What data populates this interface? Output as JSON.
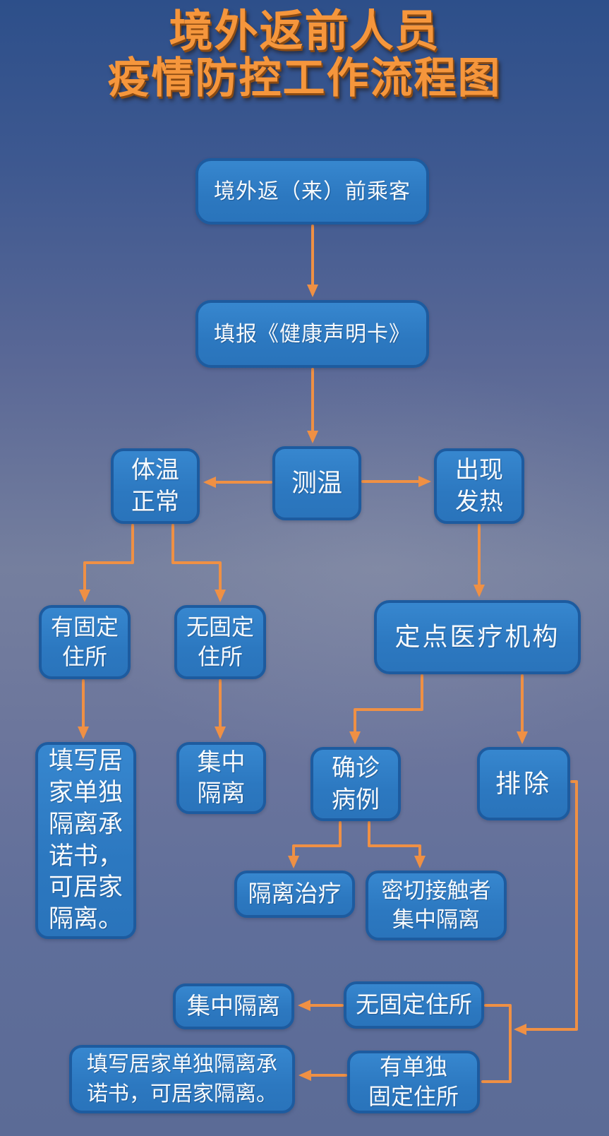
{
  "title": {
    "line1": "境外返前人员",
    "line2": "疫情防控工作流程图"
  },
  "colors": {
    "title_text": "#f5963c",
    "box_fill": "#2f7dc3",
    "box_border": "#1d5b9f",
    "box_text": "#ffffff",
    "arrow": "#ef9044",
    "background_top": "#2d4f8a",
    "background_middle": "#757f9e",
    "background_bottom": "#5b6b96"
  },
  "nodes": {
    "passenger": {
      "label": "境外返（来）前乘客"
    },
    "health_card": {
      "label": "填报《健康声明卡》"
    },
    "temp_check": {
      "label": "测温"
    },
    "temp_normal": {
      "label": "体温\n正常"
    },
    "fever": {
      "label": "出现\n发热"
    },
    "has_fixed_residence": {
      "label": "有固定\n住所"
    },
    "no_fixed_residence": {
      "label": "无固定\n住所"
    },
    "designated_hospital": {
      "label": "定点医疗机构"
    },
    "home_pledge_tall": {
      "label": "填写居\n家单独\n隔离承\n诺书，\n可居家\n隔离。"
    },
    "centralized_quarantine_1": {
      "label": "集中\n隔离"
    },
    "confirmed_case": {
      "label": "确诊\n病例"
    },
    "excluded": {
      "label": "排除"
    },
    "isolation_treatment": {
      "label": "隔离治疗"
    },
    "close_contacts_quarantine": {
      "label": "密切接触者\n集中隔离"
    },
    "centralized_quarantine_2": {
      "label": "集中隔离"
    },
    "no_fixed_residence_2": {
      "label": "无固定住所"
    },
    "home_pledge_wide": {
      "label": "填写居家单独隔离承\n诺书，可居家隔离。"
    },
    "separate_fixed_residence": {
      "label": "有单独\n固定住所"
    }
  },
  "edges": [
    {
      "from": "passenger",
      "to": "health_card"
    },
    {
      "from": "health_card",
      "to": "temp_check"
    },
    {
      "from": "temp_check",
      "to": "temp_normal"
    },
    {
      "from": "temp_check",
      "to": "fever"
    },
    {
      "from": "temp_normal",
      "to": "has_fixed_residence"
    },
    {
      "from": "temp_normal",
      "to": "no_fixed_residence"
    },
    {
      "from": "fever",
      "to": "designated_hospital"
    },
    {
      "from": "has_fixed_residence",
      "to": "home_pledge_tall"
    },
    {
      "from": "no_fixed_residence",
      "to": "centralized_quarantine_1"
    },
    {
      "from": "designated_hospital",
      "to": "confirmed_case"
    },
    {
      "from": "designated_hospital",
      "to": "excluded"
    },
    {
      "from": "confirmed_case",
      "to": "isolation_treatment"
    },
    {
      "from": "confirmed_case",
      "to": "close_contacts_quarantine"
    },
    {
      "from": "excluded",
      "to": "no_fixed_residence_2"
    },
    {
      "from": "excluded",
      "to": "separate_fixed_residence"
    },
    {
      "from": "no_fixed_residence_2",
      "to": "centralized_quarantine_2"
    },
    {
      "from": "separate_fixed_residence",
      "to": "home_pledge_wide"
    }
  ]
}
